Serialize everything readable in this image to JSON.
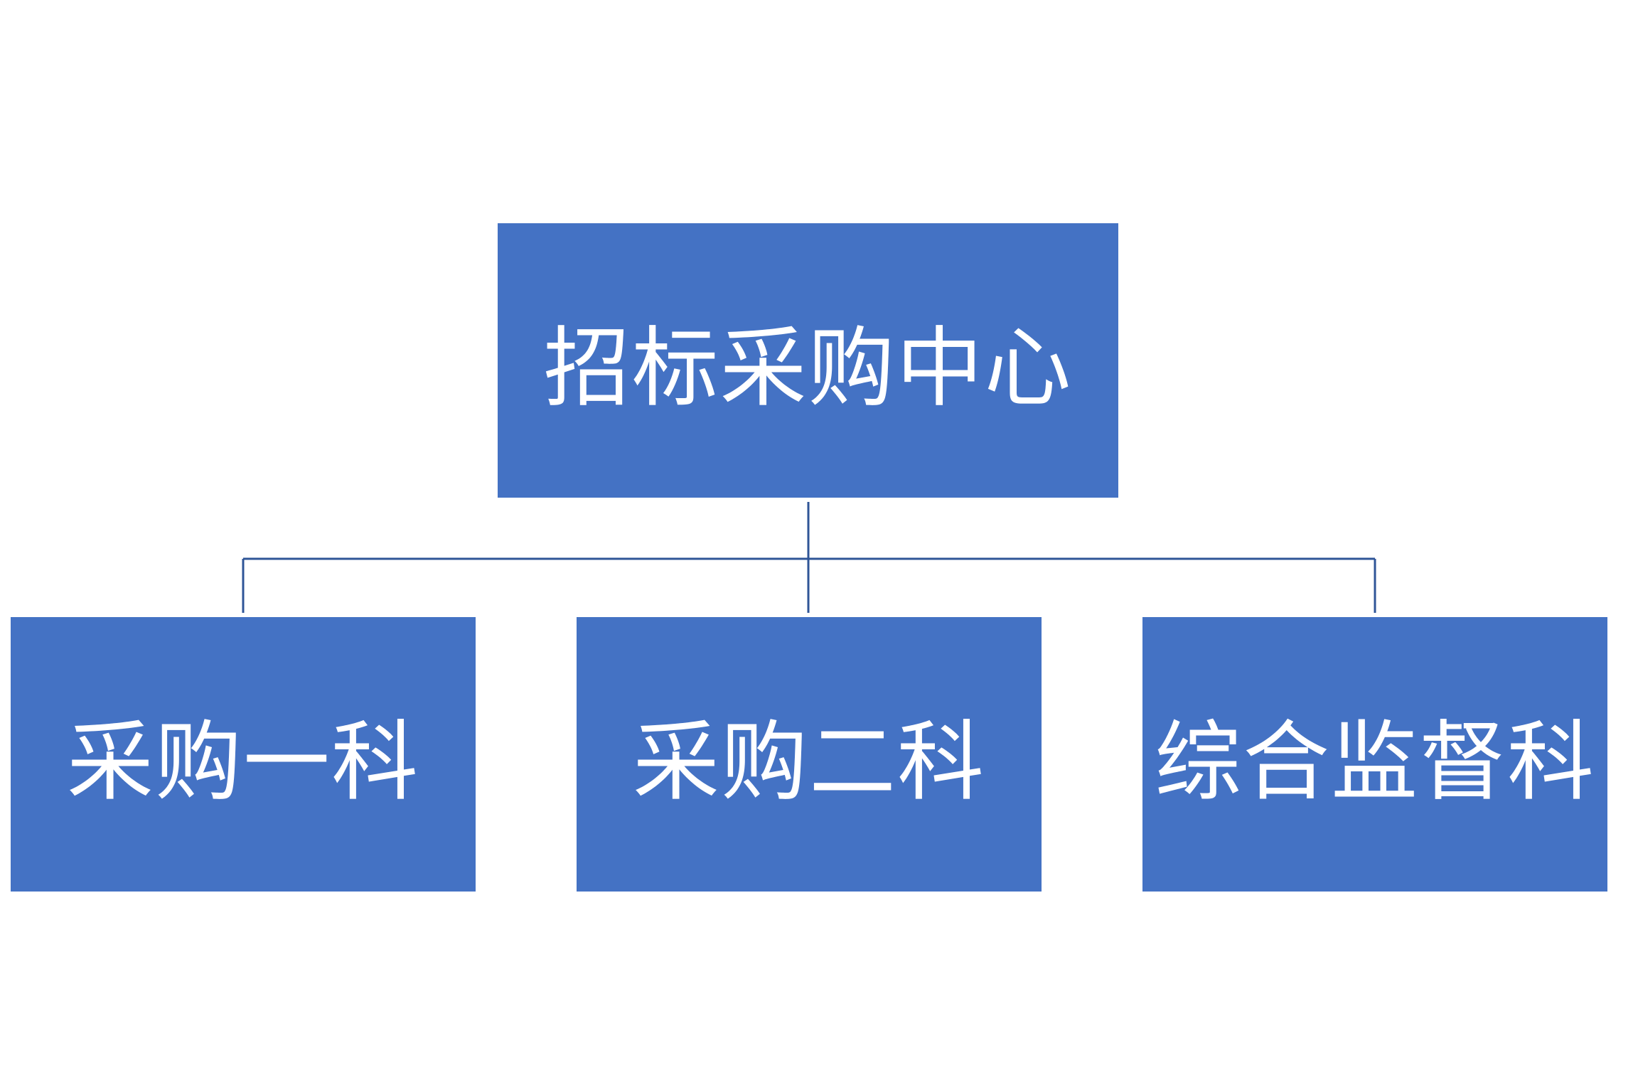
{
  "diagram": {
    "type": "org-chart",
    "colors": {
      "node_fill": "#4472C4",
      "node_text": "#FFFFFF",
      "connector": "#2F5597",
      "background": "#FFFFFF"
    },
    "root": {
      "label": "招标采购中心"
    },
    "children": [
      {
        "label": "采购一科"
      },
      {
        "label": "采购二科"
      },
      {
        "label": "综合监督科"
      }
    ]
  }
}
